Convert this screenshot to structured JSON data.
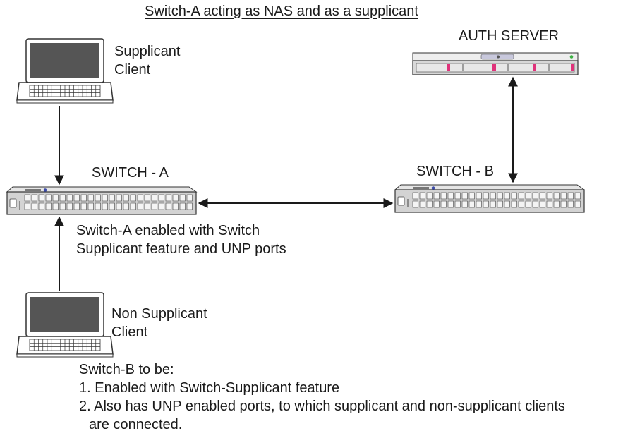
{
  "title": "Switch-A acting as NAS and as a supplicant",
  "supplicant_client": {
    "line1": "Supplicant",
    "line2": "Client"
  },
  "auth_server": {
    "label": "AUTH SERVER"
  },
  "switch_a": {
    "label": "SWITCH - A",
    "desc_line1": "Switch-A enabled with Switch",
    "desc_line2": "Supplicant feature and UNP ports"
  },
  "switch_b": {
    "label": "SWITCH - B"
  },
  "non_supplicant_client": {
    "line1": "Non Supplicant",
    "line2": "Client"
  },
  "notes": {
    "heading": "Switch-B to be:",
    "item1": "1. Enabled with Switch-Supplicant feature",
    "item2_line1": "2. Also has UNP enabled ports, to which supplicant and non-supplicant clients",
    "item2_line2": "are connected."
  },
  "colors": {
    "device_gray": "#d3d3d3",
    "outline": "#333333",
    "server_accent": "#e0327a",
    "led_green": "#3cb043",
    "led_blue": "#3b4aa8"
  }
}
